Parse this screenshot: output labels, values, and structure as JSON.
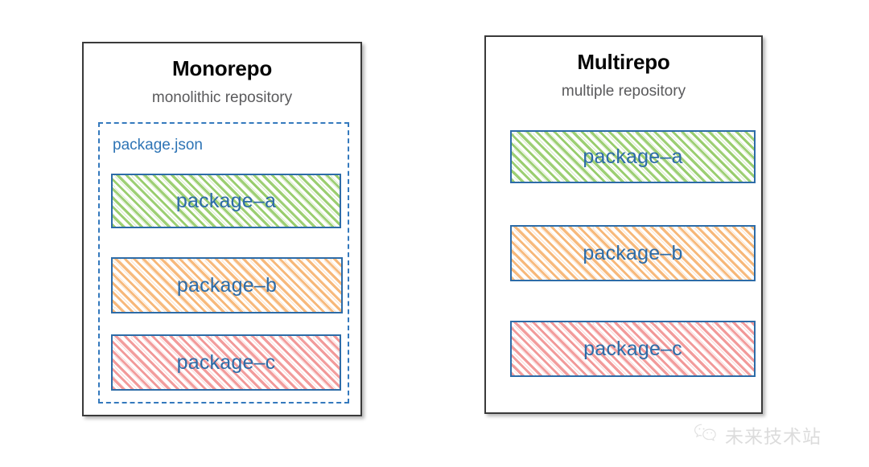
{
  "panels": [
    {
      "id": "monorepo",
      "title": "Monorepo",
      "subtitle": "monolithic repository",
      "group_label": "package.json",
      "packages": [
        {
          "label": "package–a",
          "color": "#7CBF45",
          "fill": "green"
        },
        {
          "label": "package–b",
          "color": "#F5A85C",
          "fill": "orange"
        },
        {
          "label": "package–c",
          "color": "#EE8080",
          "fill": "red"
        }
      ]
    },
    {
      "id": "multirepo",
      "title": "Multirepo",
      "subtitle": "multiple repository",
      "packages": [
        {
          "label": "package–a",
          "color": "#7CBF45",
          "fill": "green"
        },
        {
          "label": "package–b",
          "color": "#F5A85C",
          "fill": "orange"
        },
        {
          "label": "package–c",
          "color": "#EE8080",
          "fill": "red"
        }
      ]
    }
  ],
  "watermark": {
    "text": "未来技术站",
    "icon": "wechat-icon",
    "color": "#D6D6D6"
  },
  "colors": {
    "border_blue": "#2D6CA8",
    "dashed_blue": "#3479BD",
    "label_blue": "#2E74B5",
    "panel_border": "#3A3A3A",
    "title_black": "#060606",
    "subtitle_gray": "#5A5A5C",
    "background": "#FFFFFF"
  }
}
